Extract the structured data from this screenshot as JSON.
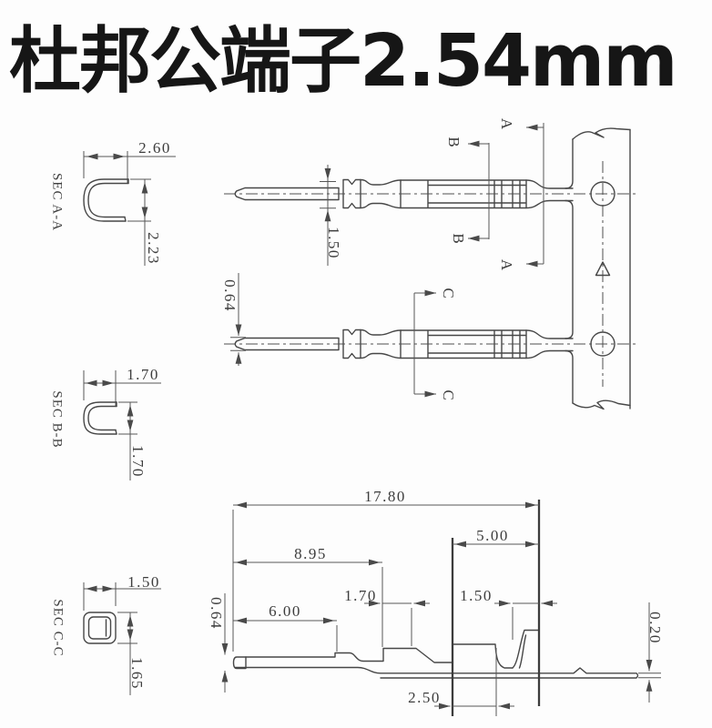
{
  "title": "杜邦公端子2.54mm",
  "sections": {
    "a": {
      "label": "SEC A-A",
      "width": "2.60",
      "height": "2.23"
    },
    "b": {
      "label": "SEC B-B",
      "width": "1.70",
      "height": "1.70"
    },
    "c": {
      "label": "SEC C-C",
      "width": "1.50",
      "height": "1.65"
    }
  },
  "pin_view": {
    "square_width": "1.50",
    "marker_a": "A",
    "marker_b": "B"
  },
  "round_pin_view": {
    "pin_diameter": "0.64",
    "marker_c": "C"
  },
  "flat_view": {
    "total_length": "17.80",
    "body_length": "8.95",
    "crimp_length": "5.00",
    "pin_length": "6.00",
    "groove_width": "1.70",
    "flange_gap": "1.50",
    "crimp_width": "2.50",
    "pin_thickness": "0.64",
    "strip_thickness": "0.20"
  }
}
